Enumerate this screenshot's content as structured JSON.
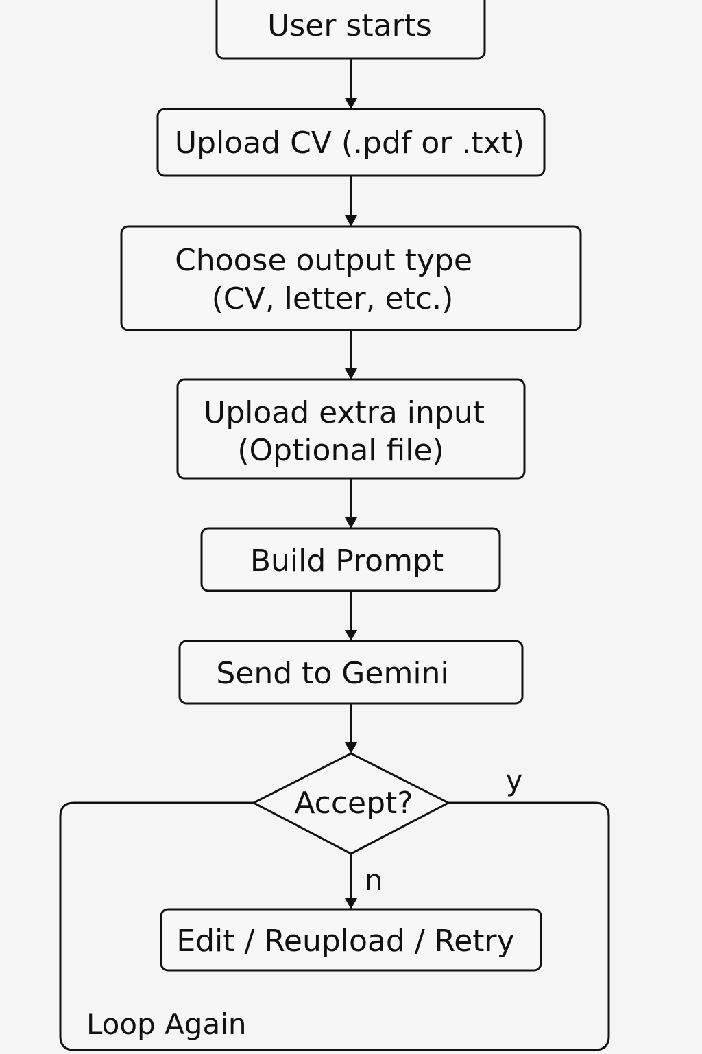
{
  "nodes": {
    "start": "User starts",
    "upload_cv": "Upload CV (.pdf or .txt)",
    "choose_type_line1": "Choose output type",
    "choose_type_line2": "(CV, letter, etc.)",
    "extra_input_line1": "Upload extra input",
    "extra_input_line2": "(Optional file)",
    "build_prompt": "Build Prompt",
    "send_gemini": "Send to Gemini",
    "decision": "Accept?",
    "edit_retry": "Edit / Reupload / Retry"
  },
  "edges": {
    "yes_label": "y",
    "no_label": "n"
  },
  "loop": {
    "label": "Loop Again"
  }
}
